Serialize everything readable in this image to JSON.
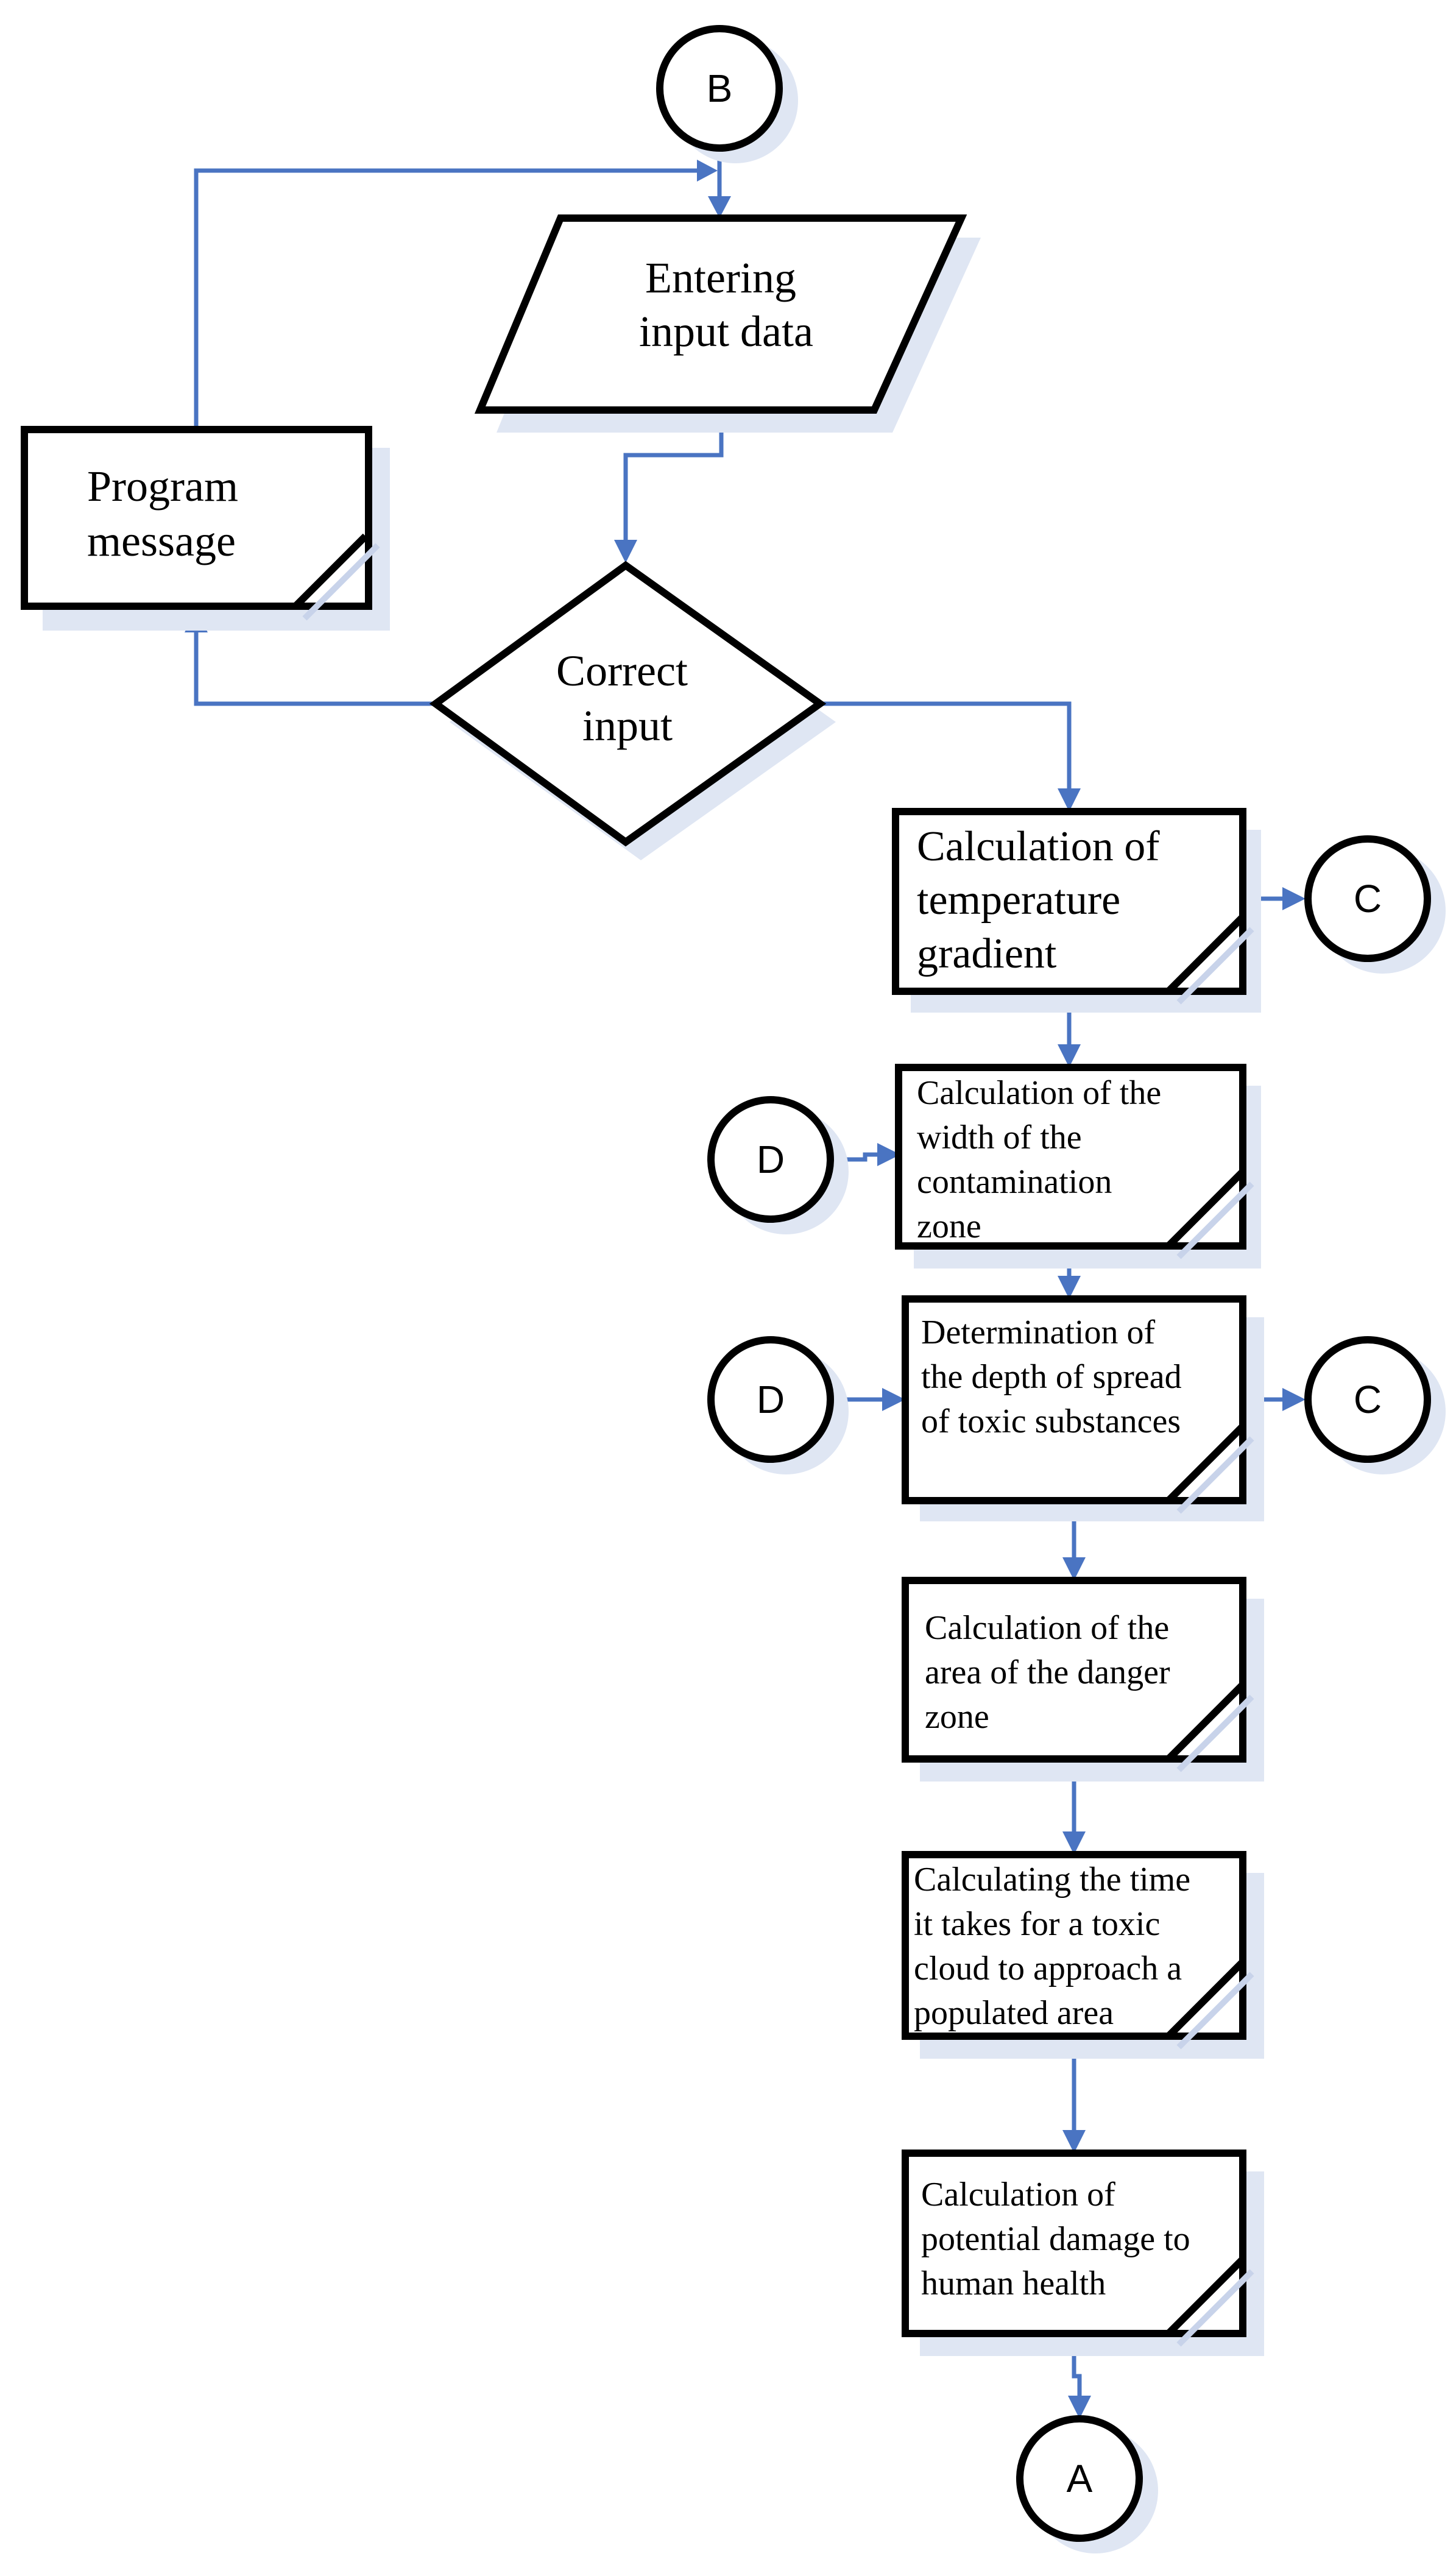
{
  "diagram": {
    "colors": {
      "edge": "#4a74c2",
      "outline": "#000000",
      "shadow": "#dfe6f3",
      "fill": "#ffffff"
    },
    "nodes": {
      "connector_b": {
        "label": "B"
      },
      "input_data": {
        "lines": [
          "Entering",
          "input data"
        ]
      },
      "program_message": {
        "lines": [
          "Program",
          "message"
        ]
      },
      "correct_input": {
        "lines": [
          "Correct",
          "input"
        ]
      },
      "temperature_gradient": {
        "lines": [
          "Calculation of",
          "temperature",
          "gradient"
        ]
      },
      "connector_c_1": {
        "label": "C"
      },
      "contamination_width": {
        "lines": [
          "Calculation of the",
          "width of the",
          "contamination",
          "zone"
        ]
      },
      "connector_d_1": {
        "label": "D"
      },
      "spread_depth": {
        "lines": [
          "Determination of",
          "the depth of spread",
          "of toxic substances"
        ]
      },
      "connector_d_2": {
        "label": "D"
      },
      "connector_c_2": {
        "label": "C"
      },
      "danger_zone_area": {
        "lines": [
          "Calculation of the",
          "area of the danger",
          "zone"
        ]
      },
      "cloud_approach_time": {
        "lines": [
          "Calculating the time",
          "it takes for a toxic",
          "cloud to approach a",
          "populated area"
        ]
      },
      "health_damage": {
        "lines": [
          "Calculation of",
          "potential damage to",
          "human health"
        ]
      },
      "connector_a": {
        "label": "A"
      }
    }
  }
}
